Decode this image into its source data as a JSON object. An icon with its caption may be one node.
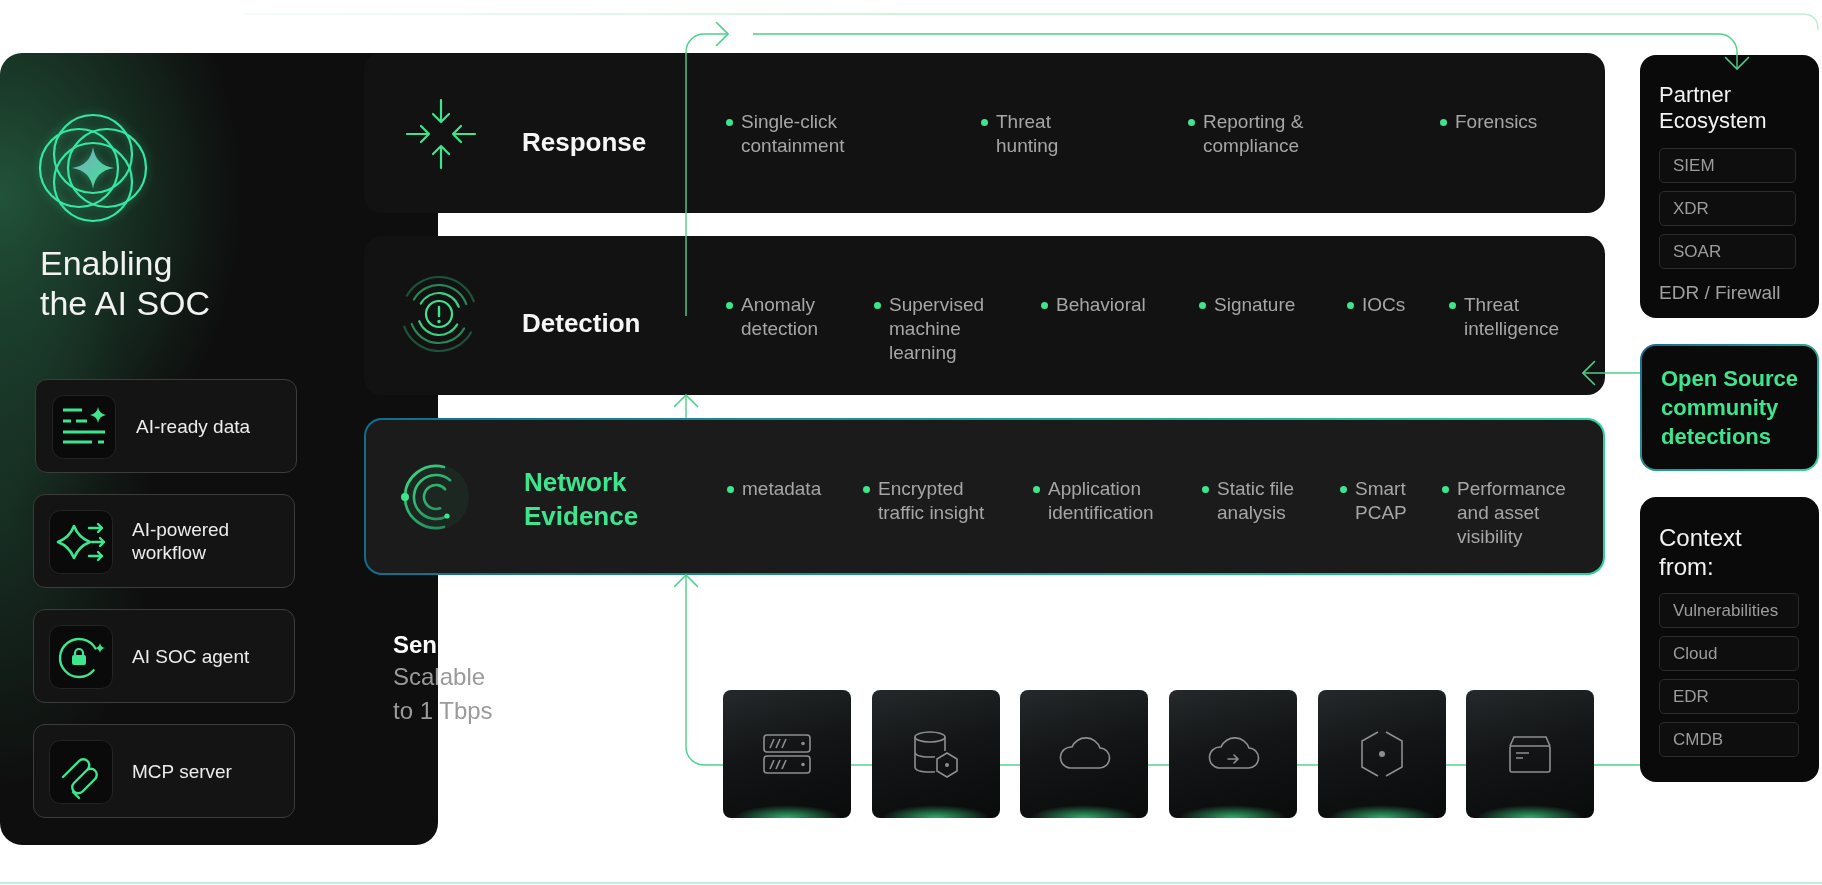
{
  "diagram": {
    "nodes": [
      {
        "text": [
          "Enabling the AI SOC"
        ]
      },
      {
        "text": [
          "AI-ready data"
        ],
        "in": 0
      },
      {
        "text": [
          "AI-powered workflow"
        ],
        "in": 0
      },
      {
        "text": [
          "AI SOC agent"
        ],
        "in": 0
      },
      {
        "text": [
          "MCP server"
        ],
        "in": 0
      },
      {
        "text": [
          "Response",
          "Single-click containment",
          "Threat hunting",
          "Reporting & compliance",
          "Forensics"
        ]
      },
      {
        "text": [
          "Detection",
          "Anomaly detection",
          "Supervised machine learning",
          "Behavioral",
          "Signature",
          "IOCs",
          "Threat intelligence"
        ]
      },
      {
        "text": [
          "Network Evidence",
          "metadata",
          "Encrypted traffic insight",
          "Application identification",
          "Static file analysis",
          "Smart PCAP",
          "Performance and asset visibility"
        ]
      },
      {
        "text": [
          "Partner Ecosystem",
          "EDR / Firewall"
        ]
      },
      {
        "text": [
          "SIEM"
        ],
        "in": 8
      },
      {
        "text": [
          "XDR"
        ],
        "in": 8
      },
      {
        "text": [
          "SOAR"
        ],
        "in": 8
      },
      {
        "text": [
          "Open Source community detections"
        ]
      },
      {
        "text": [
          "Context from:"
        ]
      },
      {
        "text": [
          "Vulnerabilities"
        ],
        "in": 13
      },
      {
        "text": [
          "Cloud"
        ],
        "in": 13
      },
      {
        "text": [
          "EDR"
        ],
        "in": 13
      },
      {
        "text": [
          "CMDB"
        ],
        "in": 13
      },
      {
        "text": [],
        "shape": "box"
      },
      {
        "text": [],
        "shape": "box"
      },
      {
        "text": [],
        "shape": "box"
      },
      {
        "text": [],
        "shape": "box"
      },
      {
        "text": [],
        "shape": "box"
      },
      {
        "text": [],
        "shape": "box"
      }
    ],
    "edges": [
      {
        "from": 13,
        "to": 23,
        "arrow": "none"
      },
      {
        "from": 23,
        "to": 22,
        "arrow": "none"
      },
      {
        "from": 22,
        "to": 21,
        "arrow": "none"
      },
      {
        "from": 21,
        "to": 20,
        "arrow": "none"
      },
      {
        "from": 20,
        "to": 19,
        "arrow": "none"
      },
      {
        "from": 19,
        "to": 18,
        "arrow": "none"
      },
      {
        "from": 18,
        "to": 7,
        "arrow": "to"
      },
      {
        "from": 7,
        "to": 6,
        "arrow": "to"
      },
      {
        "from": 6,
        "to": 5,
        "arrow": "to"
      },
      {
        "from": 5,
        "to": 8,
        "arrow": "to"
      },
      {
        "from": 12,
        "to": 6,
        "arrow": "to"
      }
    ],
    "labels": [
      "Sen",
      "Scalable to 1 Tbps"
    ]
  }
}
